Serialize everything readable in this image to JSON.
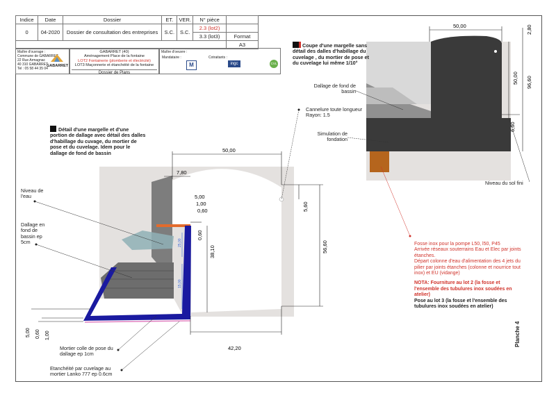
{
  "title_block": {
    "headers": [
      "Indice",
      "Date",
      "Dossier",
      "ET.",
      "VER.",
      "N° pièce"
    ],
    "row": {
      "indice": "0",
      "date": "04-2020",
      "dossier": "Dossier de consultation des entreprises",
      "et": "S.C.",
      "ver": "S.C.",
      "piece_1": "2.3 (lot2)",
      "piece_2": "3.3 (lot3)"
    },
    "format_label": "Format",
    "format_value": "A3"
  },
  "owner": {
    "label": "Maître d'ouvrage :",
    "lines": [
      "Commune de GABARRET",
      "22 Rue Armagnac",
      "40 310 GABARRET",
      "Tel : 05 58 44 35 04"
    ],
    "logo_text": "GABARRET"
  },
  "project": {
    "line1": "GABARRET (40)",
    "line2": "Aménagement Place de la fontaine",
    "lot2": "LOT2 Fontainerie (plomberie et électricité)",
    "lot3": "LOT3 Maçonnerie et étanchéité de la fontaine",
    "dossier": "Dossier de Plans"
  },
  "team": {
    "label": "Maître d'oeuvre :",
    "mandataire": "Mandataire :",
    "cotraitants": "Cotraitants :",
    "logo_1": "M",
    "logo_2": "ingc",
    "logo_3": "CVL"
  },
  "sheet_label": "Planche 4",
  "left_view": {
    "title": "Détail d'une margelle et d'une portion de dallage avec détail des dalles d'habillage du cuvage, du mortier de pose et du cuvelage. Idem pour le dallage de fond de bassin",
    "labels": {
      "niveau_eau": "Niveau de l'eau",
      "dallage": "Dallage en fond de bassin ep 5cm",
      "mortier": "Mortier colle de pose du dallage ep 1cm",
      "etancheite": "Etanchéité par cuvelage au mortier Lanko 777 ep 0.6cm"
    },
    "dims": {
      "top": "50,00",
      "d780": "7,80",
      "d500": "5,00",
      "d100": "1,00",
      "d060": "0,60",
      "d060b": "0,60",
      "d560": "5,60",
      "d5660": "56,60",
      "d3810": "38,10",
      "d4220": "42,20",
      "blue_1": "25,00",
      "blue_2": "15,00",
      "bl_500": "5,00",
      "bl_060": "0,60",
      "bl_100": "1,00"
    }
  },
  "right_view": {
    "title": "Coupe d'une margelle sans détail des dalles d'habillage du cuvelage , du mortier de pose et du cuvelage lui même 1/10°",
    "labels": {
      "dallage_fond": "Dallage de fond de bassin",
      "cannelure": "Cannelure toute longueur Rayon: 1.5",
      "simulation": "Simulation de fondation",
      "niveau_sol": "Niveau du sol fini"
    },
    "dims": {
      "top": "50,00",
      "d280": "2,80",
      "d5000": "50,00",
      "d9660": "96,60",
      "d660": "6,60"
    }
  },
  "notes": {
    "red_lines": [
      "Fosse inox pour la pompe L50, l50, P45",
      "Arrivée réseaux souterrains Eau et Elec par joints",
      "étanches.",
      "Départ colonne d'eau d'alimentation des 4 jets du",
      "pilier par joints étanches (colonne et nourrice tout",
      "inox) et EU (vidange)"
    ],
    "nota_lines": [
      "NOTA: Fourniture au lot 2 (la fosse et",
      "l'ensemble des tubulures inox soudées en",
      "atelier)"
    ],
    "pose_lines": [
      "Pose au lot 3 (la fosse et l'ensemble des",
      "tubulures inox soudées en atelier)"
    ]
  },
  "colors": {
    "accent_red": "#d0322a",
    "cuvelage_blue": "#1a1aa0",
    "block_dark": "#3a3a3a",
    "block_grey": "#909090",
    "fondation_brown": "#b5651d"
  }
}
